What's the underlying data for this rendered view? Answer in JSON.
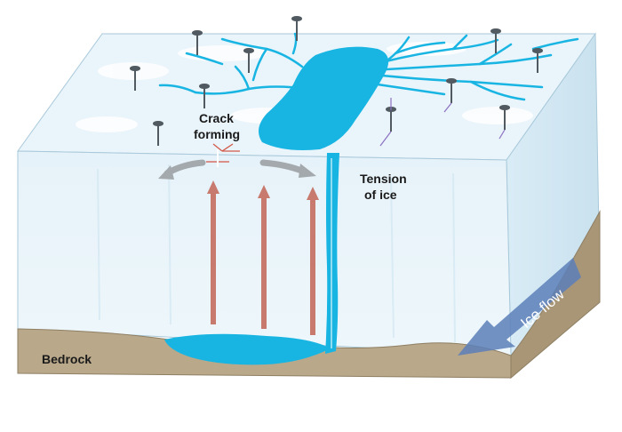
{
  "labels": {
    "crack_forming_line1": "Crack",
    "crack_forming_line2": "forming",
    "tension_line1": "Tension",
    "tension_line2": "of ice",
    "bedrock": "Bedrock",
    "ice_flow": "Ice flow"
  },
  "colors": {
    "ice_top": "#e9f4fb",
    "ice_front": "#eaf4fa",
    "ice_side": "#d6e9f4",
    "meltwater": "#18b5e3",
    "bedrock": "#b9a88a",
    "stress_arrow": "#c77a6d",
    "tension_arrow": "#a4a9ad",
    "ice_flow_arrow": "#5c7fb8",
    "gps_pole": "#505a60"
  },
  "icons": [
    "gps-pole-icon",
    "stress-arrow-icon",
    "tension-arrow-icon",
    "ice-flow-arrow-icon"
  ]
}
